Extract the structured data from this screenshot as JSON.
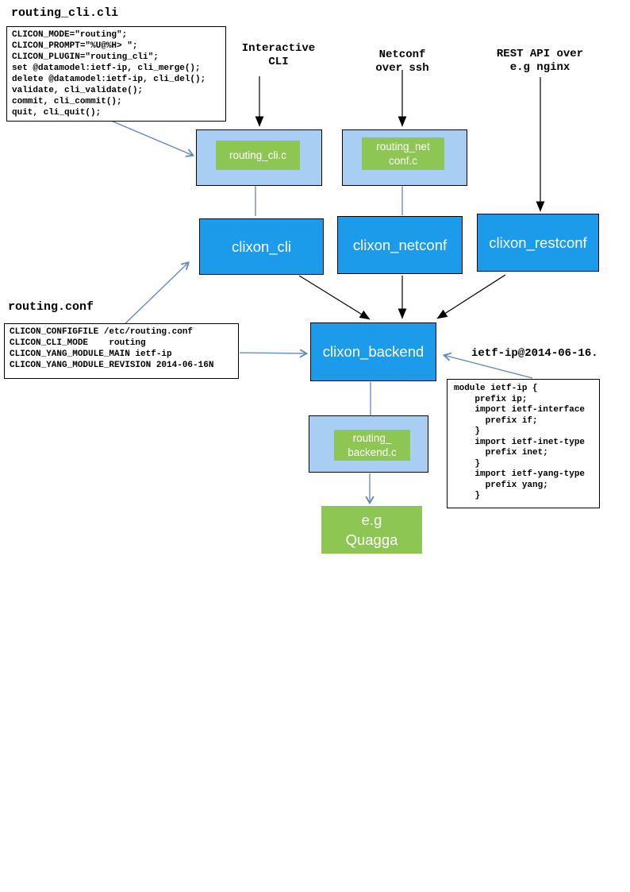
{
  "colors": {
    "box_blue": "#1B9BE9",
    "box_light_blue": "#A8CEF4",
    "box_green": "#8DC652",
    "arrow_blue": "#5E86C1",
    "arrow_black": "#000000",
    "text_on_boxes": "#FFFFFF",
    "background": "#FFFFFF"
  },
  "files": {
    "routing_cli": {
      "title": "routing_cli.cli",
      "code": "CLICON_MODE=\"routing\";\nCLICON_PROMPT=\"%U@%H> \";\nCLICON_PLUGIN=\"routing_cli\";\nset @datamodel:ietf-ip, cli_merge();\ndelete @datamodel:ietf-ip, cli_del();\nvalidate, cli_validate();\ncommit, cli_commit();\nquit, cli_quit();"
    },
    "routing_conf": {
      "title": "routing.conf",
      "code": "CLICON_CONFIGFILE /etc/routing.conf\nCLICON_CLI_MODE    routing\nCLICON_YANG_MODULE_MAIN ietf-ip\nCLICON_YANG_MODULE_REVISION 2014-06-16N"
    },
    "ietf_ip": {
      "label": "ietf-ip@2014-06-16.",
      "code": "module ietf-ip {\n    prefix ip;\n    import ietf-interface\n      prefix if;\n    }\n    import ietf-inet-type\n      prefix inet;\n    }\n    import ietf-yang-type\n      prefix yang;\n    }"
    }
  },
  "captions": {
    "interactive_cli": "Interactive\nCLI",
    "netconf_ssh": "Netconf\nover ssh",
    "rest_api": "REST API over\ne.g nginx"
  },
  "nodes": {
    "routing_cli_c": "routing_cli.c",
    "routing_netconf_c": "routing_net\nconf.c",
    "clixon_cli": "clixon_cli",
    "clixon_netconf": "clixon_netconf",
    "clixon_restconf": "clixon_restconf",
    "clixon_backend": "clixon_backend",
    "routing_backend_c": "routing_\nbackend.c",
    "quagga": "e.g\nQuagga"
  }
}
